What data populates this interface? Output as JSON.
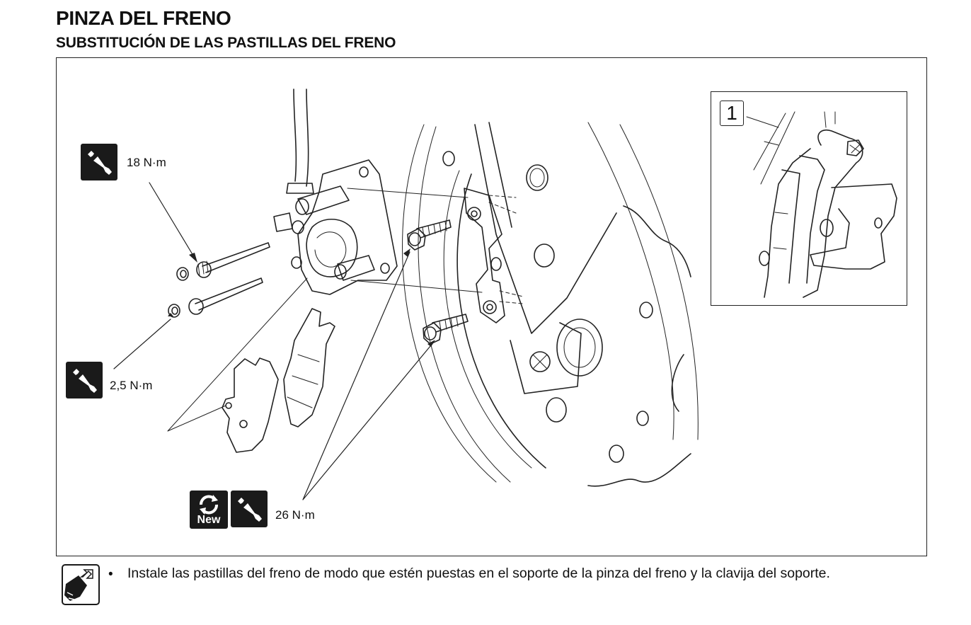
{
  "header": {
    "title": "PINZA DEL FRENO",
    "subtitle": "SUBSTITUCIÓN DE LAS PASTILLAS DEL FRENO"
  },
  "figure": {
    "torque_pin": "18 N·m",
    "torque_plug": "2,5 N·m",
    "torque_bolt": "26 N·m",
    "new_badge": "New",
    "detail_number": "1"
  },
  "note": {
    "bullet": "•",
    "text": "Instale las pastillas del freno de modo que estén puestas en el soporte de la pinza del freno y la clavija del soporte."
  },
  "icons": [
    "wrench-icon",
    "renew-icon",
    "install-icon"
  ]
}
